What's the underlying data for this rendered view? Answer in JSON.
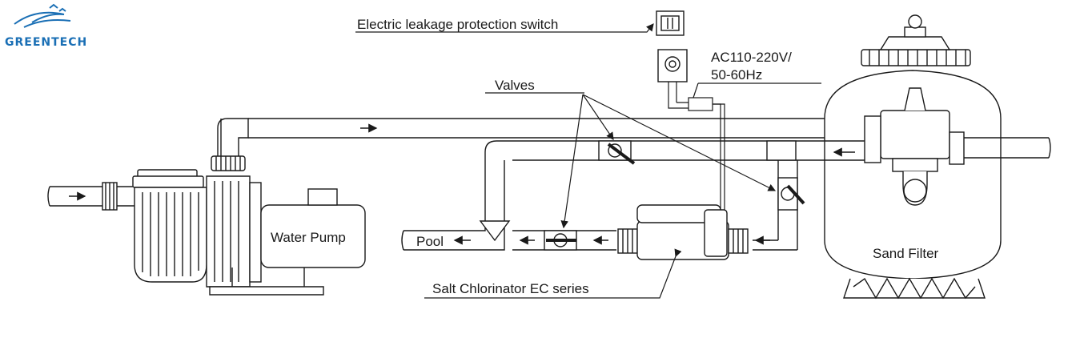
{
  "brand": {
    "name": "GREENTECH",
    "color": "#1a6fb5",
    "logo_icon": "wave-birds-icon"
  },
  "labels": {
    "leakage_switch": "Electric leakage protection switch",
    "power_line1": "AC110-220V/",
    "power_line2": "50-60Hz",
    "valves": "Valves",
    "pool": "Pool",
    "water_pump": "Water Pump",
    "salt_chlorinator": "Salt Chlorinator EC series",
    "sand_filter": "Sand Filter"
  },
  "colors": {
    "line": "#1a1a1a",
    "background": "#ffffff"
  }
}
